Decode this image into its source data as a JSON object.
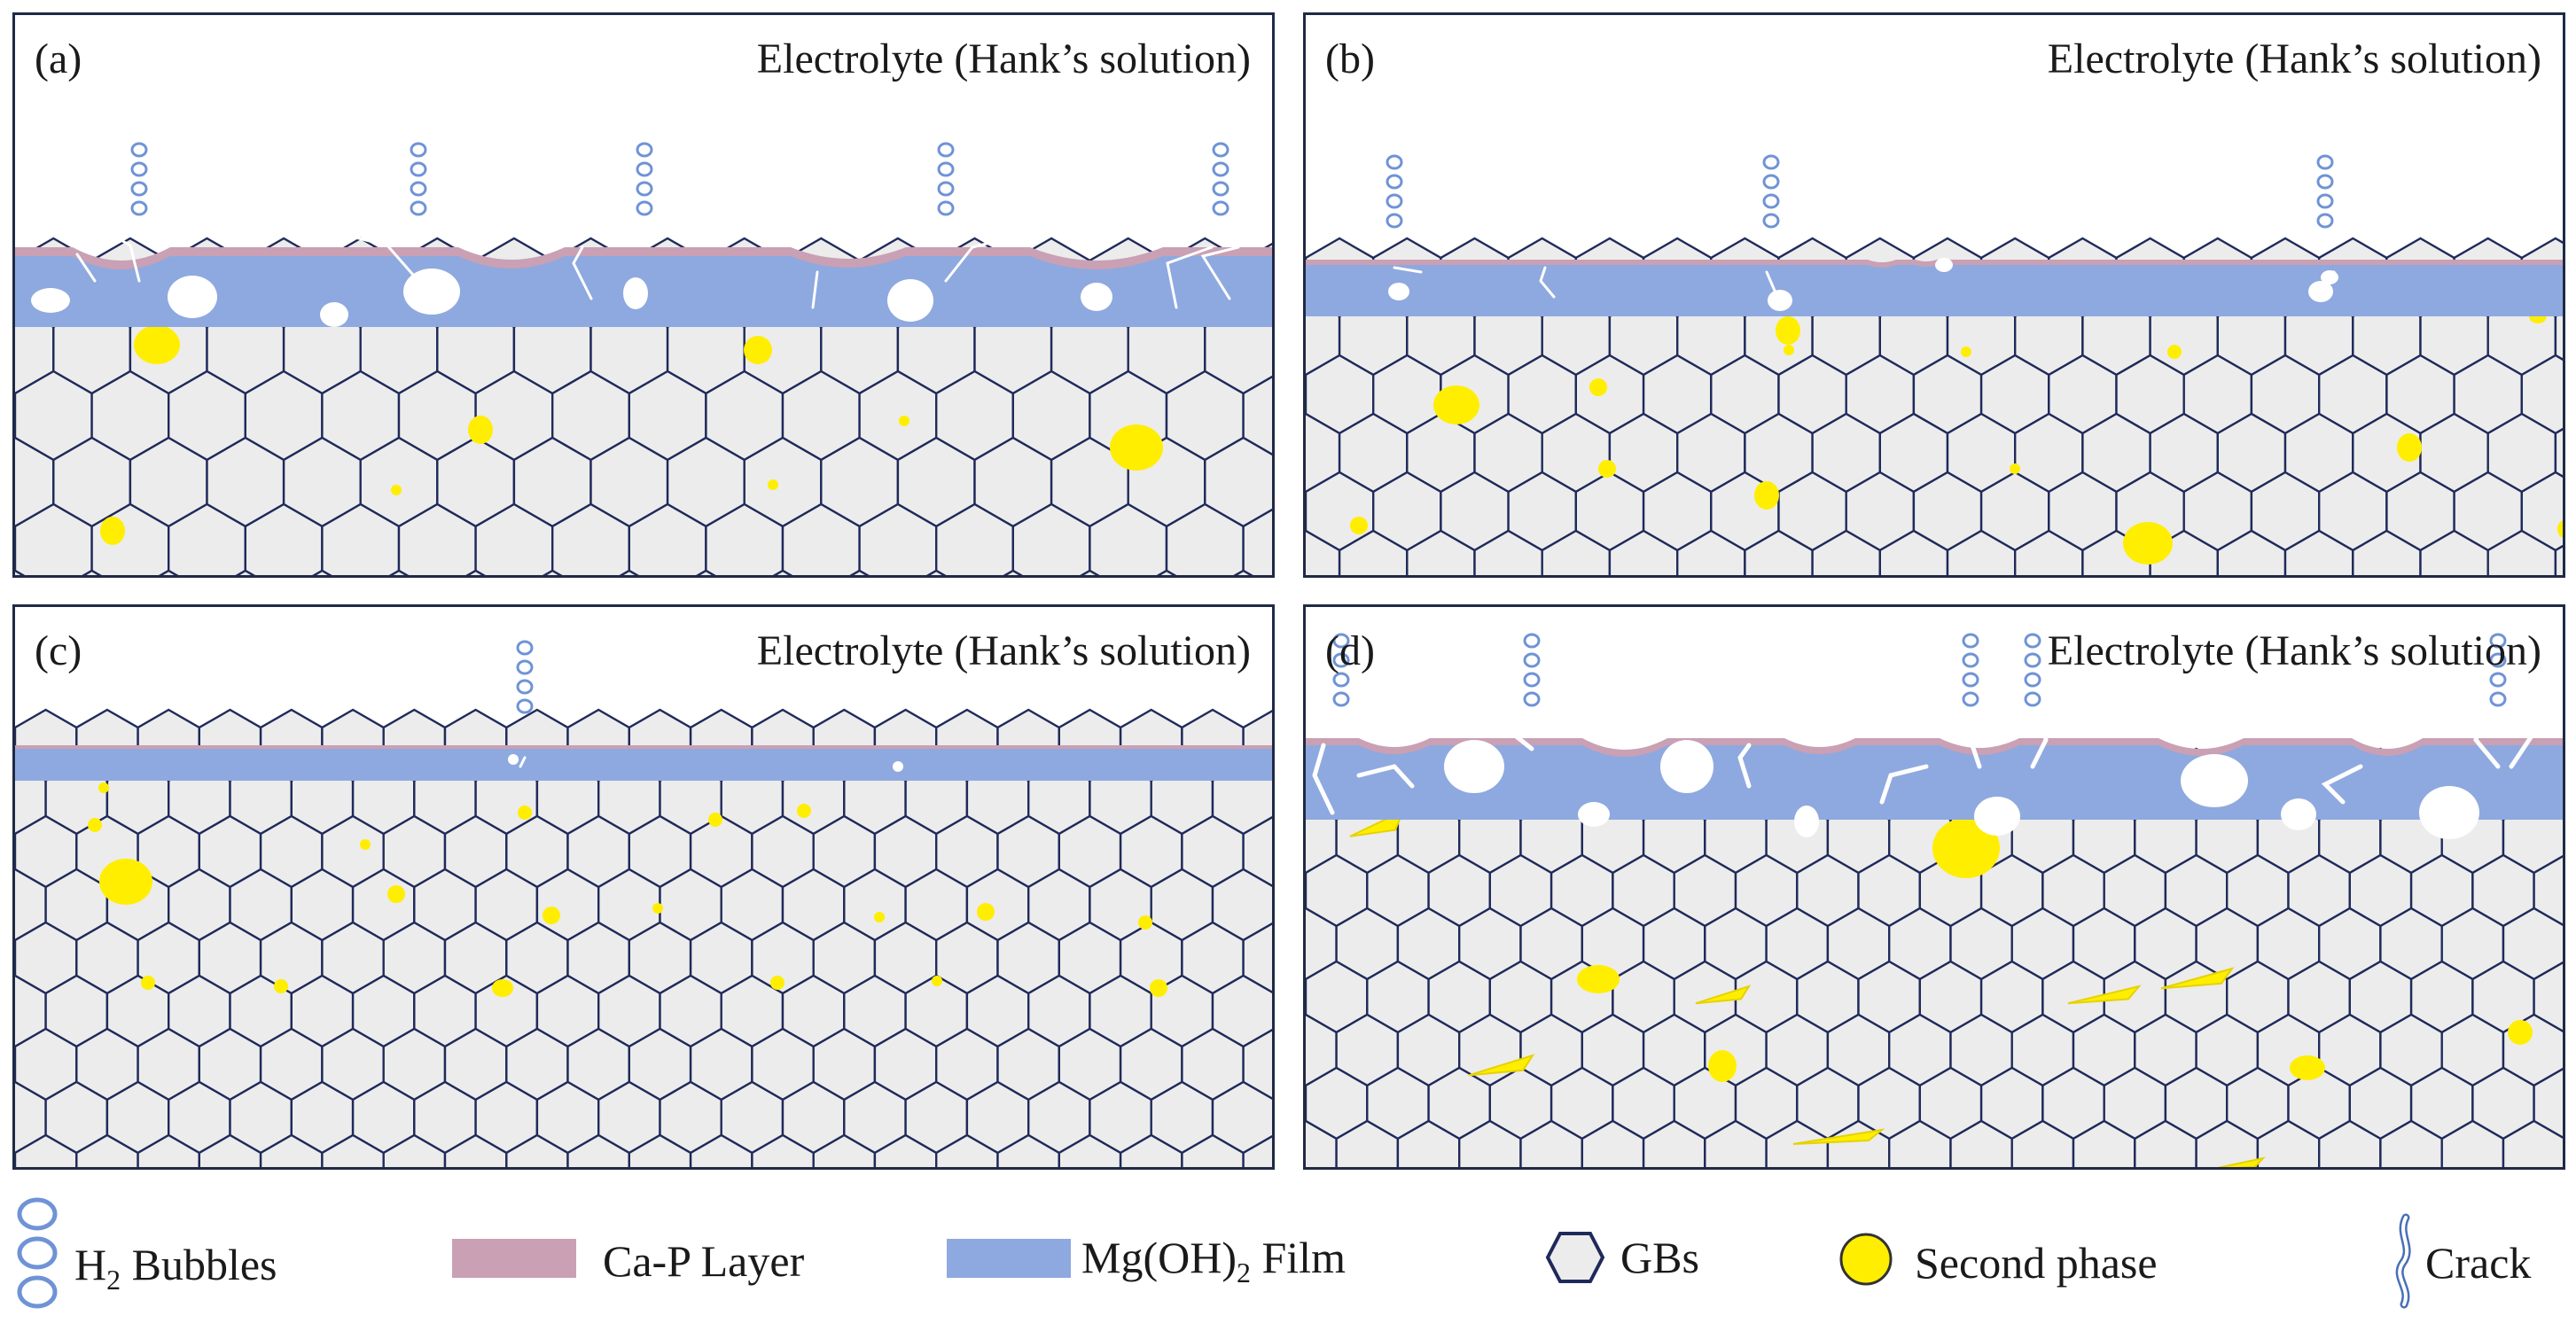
{
  "panels": [
    {
      "label": "(a)",
      "title": "Electrolyte (Hank’s solution)",
      "variant": "a"
    },
    {
      "label": "(b)",
      "title": "Electrolyte (Hank’s solution)",
      "variant": "b"
    },
    {
      "label": "(c)",
      "title": "Electrolyte (Hank’s solution)",
      "variant": "c"
    },
    {
      "label": "(d)",
      "title": "Electrolyte (Hank’s solution)",
      "variant": "d"
    }
  ],
  "legend": {
    "bubbles": {
      "prefix": "H",
      "sub": "2",
      "suffix": " Bubbles"
    },
    "cap": "Ca-P Layer",
    "mgoh": {
      "prefix": "Mg(OH)",
      "sub": "2",
      "suffix": " Film"
    },
    "gbs": "GBs",
    "second": "Second phase",
    "crack": "Crack"
  },
  "colors": {
    "cap_layer": "#c9a0b4",
    "film": "#8ea9df",
    "grain_fill": "#ececec",
    "grain_boundary": "#1f2a5a",
    "second_phase": "#ffee00",
    "bubble": "#6f93d6",
    "frame": "#1f2a44"
  },
  "icons": [
    "bubbles-icon",
    "hexagon-icon",
    "crack-icon"
  ]
}
